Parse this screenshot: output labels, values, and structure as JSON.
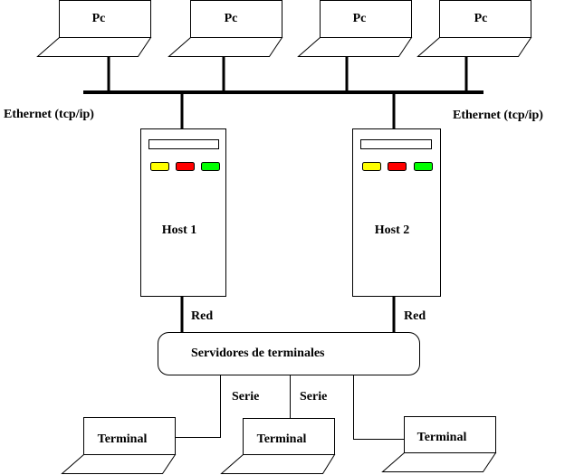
{
  "pcs": [
    {
      "label": "Pc"
    },
    {
      "label": "Pc"
    },
    {
      "label": "Pc"
    },
    {
      "label": "Pc"
    }
  ],
  "network": {
    "ethernet_left": "Ethernet (tcp/ip)",
    "ethernet_right": "Ethernet (tcp/ip)"
  },
  "hosts": [
    {
      "label": "Host 1",
      "link_label": "Red",
      "leds": [
        "#ffff00",
        "#ff0000",
        "#00ff00"
      ]
    },
    {
      "label": "Host 2",
      "link_label": "Red",
      "leds": [
        "#ffff00",
        "#ff0000",
        "#00ff00"
      ]
    }
  ],
  "terminal_servers": {
    "label": "Servidores de terminales"
  },
  "serial_links": [
    {
      "label": "Serie"
    },
    {
      "label": "Serie"
    }
  ],
  "terminals": [
    {
      "label": "Terminal"
    },
    {
      "label": "Terminal"
    },
    {
      "label": "Terminal"
    }
  ]
}
